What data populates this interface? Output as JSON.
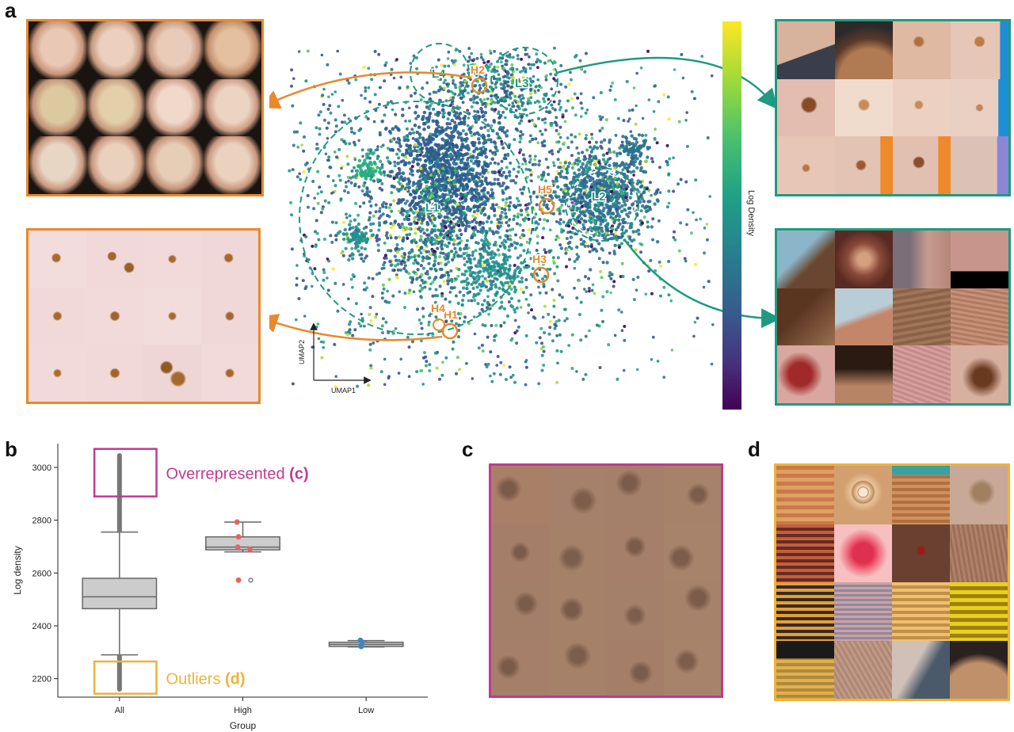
{
  "panels": {
    "a": "a",
    "b": "b",
    "c": "c",
    "d": "d"
  },
  "panel_a": {
    "cluster_labels": {
      "L1": "L1",
      "L2": "L2",
      "L3": "L3",
      "L4": "L4",
      "H1": "H1",
      "H2": "H2",
      "H3": "H3",
      "H4": "H4",
      "H5": "H5"
    },
    "axis_x": "UMAP1",
    "axis_y": "UMAP2",
    "colorbar_label": "Log Density",
    "colors": {
      "orange": "#e8892b",
      "teal": "#1f9a80",
      "viridis_top": "#fde725",
      "viridis_mid": "#21918c",
      "viridis_bottom": "#440154"
    }
  },
  "chart_data": {
    "type": "box",
    "categories": [
      "All",
      "High",
      "Low"
    ],
    "xlabel": "Group",
    "ylabel": "Log density",
    "ylim": [
      2130,
      3090
    ],
    "yticks": [
      2200,
      2400,
      2600,
      2800,
      3000
    ],
    "boxes": [
      {
        "name": "All",
        "whisker_low": 2290,
        "q1": 2465,
        "median": 2510,
        "q3": 2580,
        "whisker_high": 2755,
        "outliers_low": [
          2160,
          2285
        ],
        "outliers_high": [
          2760,
          3045
        ]
      },
      {
        "name": "High",
        "whisker_low": 2680,
        "q1": 2688,
        "median": 2698,
        "q3": 2737,
        "whisker_high": 2793,
        "points": [
          2793,
          2737,
          2698,
          2690,
          2573
        ],
        "outlier": 2573,
        "point_color": "#e06666"
      },
      {
        "name": "Low",
        "whisker_low": 2320,
        "q1": 2322,
        "median": 2330,
        "q3": 2338,
        "whisker_high": 2344,
        "points": [
          2345,
          2338,
          2322
        ],
        "point_color": "#3d85c6"
      }
    ],
    "annotations": {
      "overrepresented": {
        "text": "Overrepresented",
        "ref": "(c)",
        "color": "#c13a92",
        "y_range": [
          2890,
          3070
        ]
      },
      "outliers": {
        "text": "Outliers",
        "ref": "(d)",
        "color": "#edb33b",
        "y_range": [
          2143,
          2265
        ]
      }
    }
  }
}
